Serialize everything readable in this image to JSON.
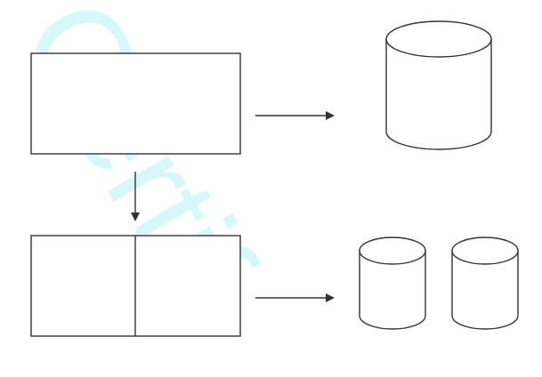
{
  "watermark": {
    "text": "Certif",
    "color": "#b8f4f6"
  },
  "nodes": [
    {
      "id": "single-table",
      "kind": "rectangle",
      "sections": 1
    },
    {
      "id": "split-table",
      "kind": "rectangle",
      "sections": 2
    },
    {
      "id": "single-database",
      "kind": "cylinder"
    },
    {
      "id": "database-a",
      "kind": "cylinder"
    },
    {
      "id": "database-b",
      "kind": "cylinder"
    }
  ],
  "edges": [
    {
      "from": "single-table",
      "to": "single-database"
    },
    {
      "from": "single-table",
      "to": "split-table"
    },
    {
      "from": "split-table",
      "to": "database-a"
    }
  ],
  "colors": {
    "stroke": "#333333",
    "background": "#ffffff"
  }
}
